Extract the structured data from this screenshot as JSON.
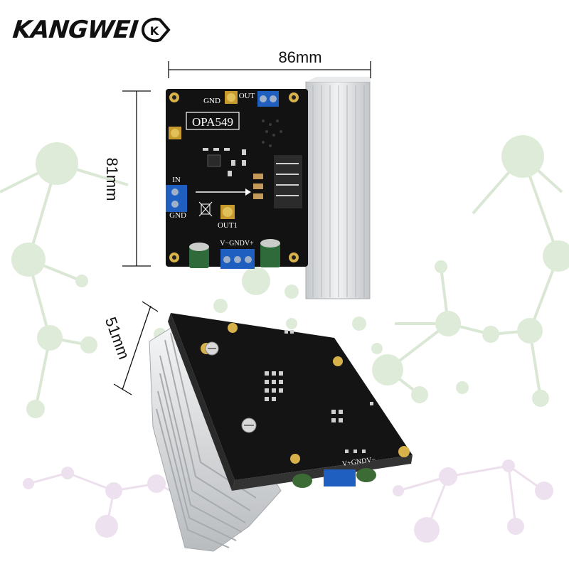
{
  "brand": {
    "logo_text": "KANGWEI",
    "logo_mark": "K"
  },
  "dimensions": {
    "width": "86mm",
    "height": "81mm",
    "depth": "51mm"
  },
  "board_labels": {
    "chip": "OPA549",
    "gnd_top": "GND",
    "out_top": "OUT",
    "in": "IN",
    "gnd_in": "GND",
    "out1": "OUT1",
    "power": "V−GNDV+",
    "power_bottom": "V+GNDV−"
  },
  "colors": {
    "pcb": "#111111",
    "heatsink": "#d9dcdf",
    "terminal": "#1f5fbf",
    "network_green": "#cfe3c9",
    "network_purple": "#e2cfe4"
  }
}
